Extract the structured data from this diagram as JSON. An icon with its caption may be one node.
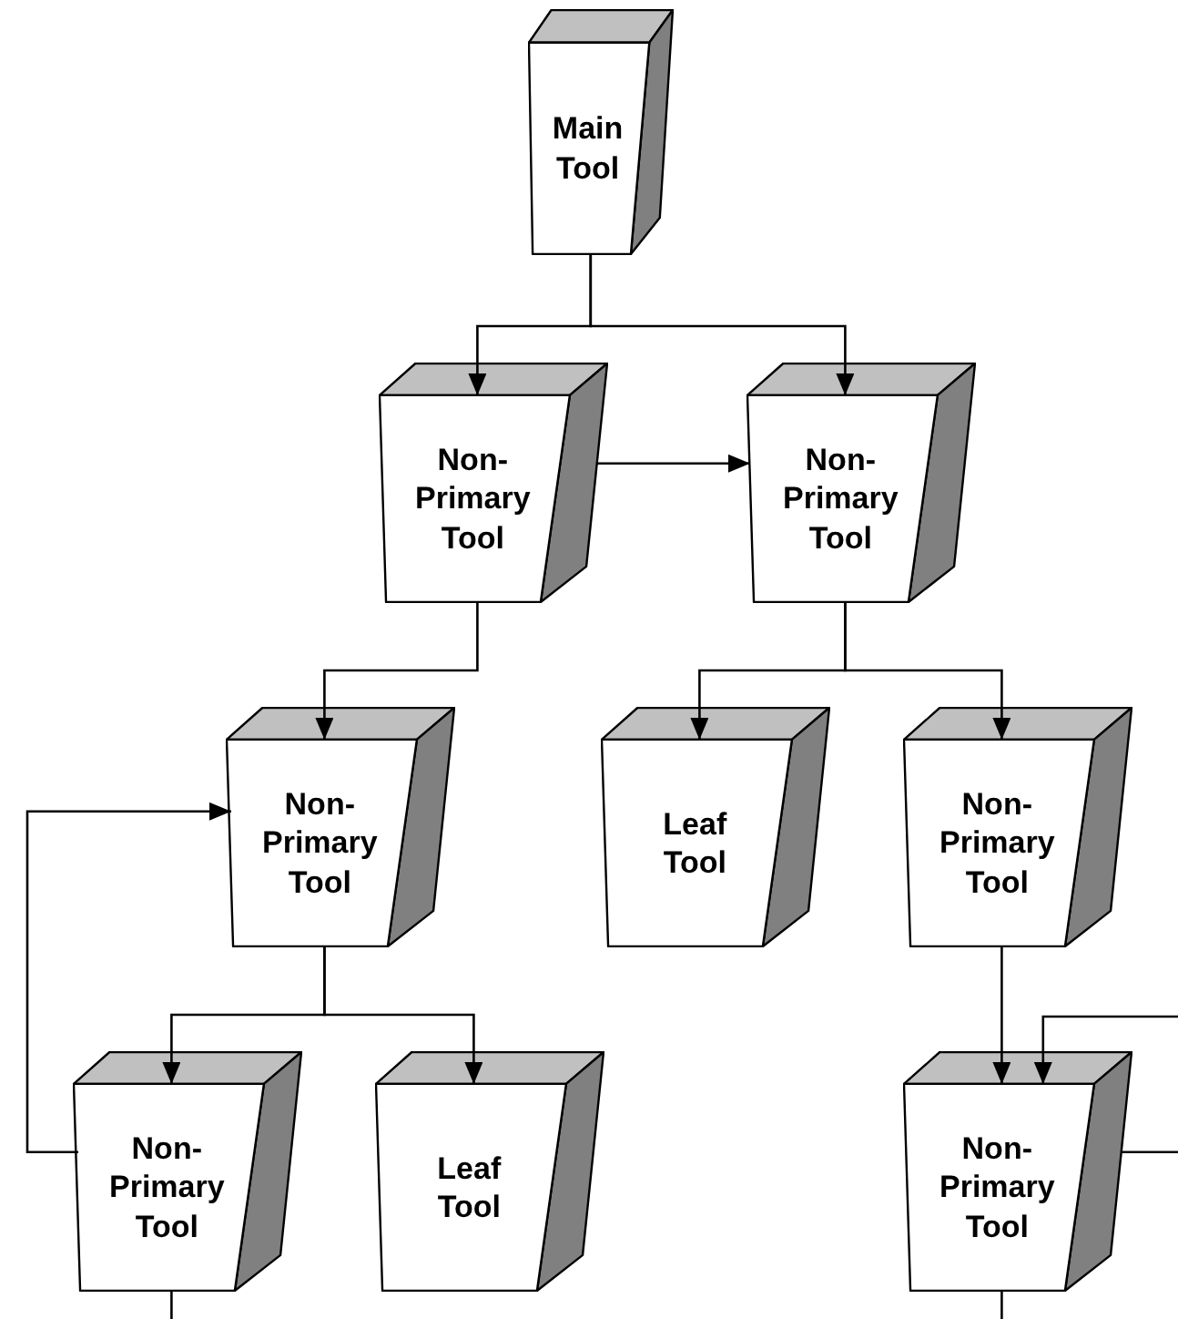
{
  "diagram": {
    "nodes": [
      {
        "text": [
          "Main Tool"
        ]
      },
      {
        "text": [
          "Non- Primary Tool"
        ]
      },
      {
        "text": [
          "Non- Primary Tool"
        ]
      },
      {
        "text": [
          "Non- Primary Tool"
        ]
      },
      {
        "text": [
          "Leaf Tool"
        ]
      },
      {
        "text": [
          "Non- Primary Tool"
        ]
      },
      {
        "text": [
          "Non- Primary Tool"
        ]
      },
      {
        "text": [
          "Leaf Tool"
        ]
      },
      {
        "text": [
          "Non- Primary Tool"
        ]
      }
    ],
    "edges": [
      {
        "from": 0,
        "to": 1,
        "arrow": "to"
      },
      {
        "from": 0,
        "to": 2,
        "arrow": "to"
      },
      {
        "from": 1,
        "to": 2,
        "arrow": "to"
      },
      {
        "from": 1,
        "to": 3,
        "arrow": "to"
      },
      {
        "from": 2,
        "to": 4,
        "arrow": "to"
      },
      {
        "from": 2,
        "to": 5,
        "arrow": "to"
      },
      {
        "from": 3,
        "to": 6,
        "arrow": "to"
      },
      {
        "from": 3,
        "to": 7,
        "arrow": "to"
      },
      {
        "from": 6,
        "to": 3,
        "arrow": "to"
      },
      {
        "from": 5,
        "to": 8,
        "arrow": "to"
      },
      {
        "from": null,
        "to": 8,
        "arrow": "to"
      },
      {
        "from": 8,
        "to": null,
        "arrow": "none"
      },
      {
        "from": 6,
        "to": null,
        "arrow": "none"
      },
      {
        "from": 8,
        "to": null,
        "arrow": "none"
      }
    ]
  }
}
